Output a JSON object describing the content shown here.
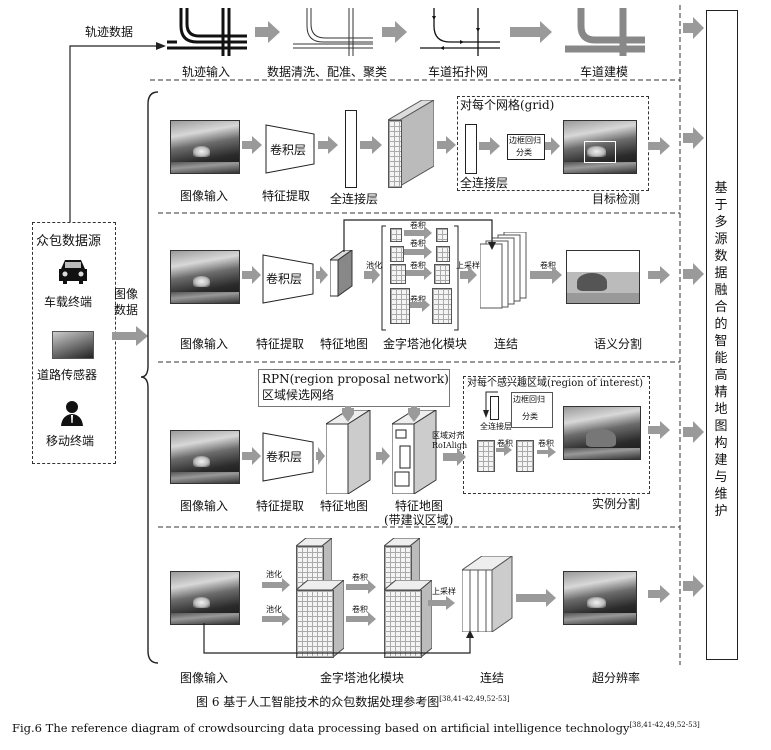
{
  "left_panel": {
    "source_title": "众包数据源",
    "terminals": [
      "车载终端",
      "道路传感器",
      "移动终端"
    ],
    "trajectory_label": "轨迹数据",
    "image_label": [
      "图像",
      "数据"
    ]
  },
  "right_panel": {
    "title": "基于多源数据融合的智能高精地图构建与维护"
  },
  "row_trajectory": {
    "labels": [
      "轨迹输入",
      "数据清洗、配准、聚类",
      "车道拓扑网",
      "车道建模"
    ]
  },
  "row_detection": {
    "image_input": "图像输入",
    "conv": "卷积层",
    "feature_extract": "特征提取",
    "fc": "全连接层",
    "grid_title": "对每个网格(grid)",
    "bbox_reg": "边框回归",
    "classify": "分类",
    "fc_inner": "全连接层",
    "result": "目标检测"
  },
  "row_semantic": {
    "image_input": "图像输入",
    "conv": "卷积层",
    "feature_extract": "特征提取",
    "feature_map": "特征地图",
    "pooling": "池化",
    "conv_small": "卷积",
    "pyramid": "金字塔池化模块",
    "upsample": "上采样",
    "concat": "连结",
    "result": "语义分割"
  },
  "row_instance": {
    "rpn_line1": "RPN(region proposal network)",
    "rpn_line2": "区域候选网络",
    "image_input": "图像输入",
    "conv": "卷积层",
    "feature_extract": "特征提取",
    "feature_map": "特征地图",
    "feature_map2": "特征地图",
    "feature_map2_sub": "(带建议区域)",
    "roi_align_1": "区域对齐",
    "roi_align_2": "RoIAlign",
    "roi_title": "对每个感兴趣区域(region of interest)",
    "fc": "全连接层",
    "bbox_reg": "边框回归",
    "classify": "分类",
    "conv_small": "卷积",
    "result": "实例分割"
  },
  "row_superres": {
    "image_input": "图像输入",
    "pooling": "池化",
    "conv_small": "卷积",
    "upsample": "上采样",
    "pyramid": "金字塔池化模块",
    "concat": "连结",
    "result": "超分辨率"
  },
  "caption": {
    "cn": "图 6   基于人工智能技术的众包数据处理参考图",
    "cn_ref": "[38,41-42,49,52-53]",
    "en": "Fig.6   The reference diagram of crowdsourcing data processing based on artificial intelligence technology",
    "en_ref": "[38,41-42,49,52-53]"
  }
}
